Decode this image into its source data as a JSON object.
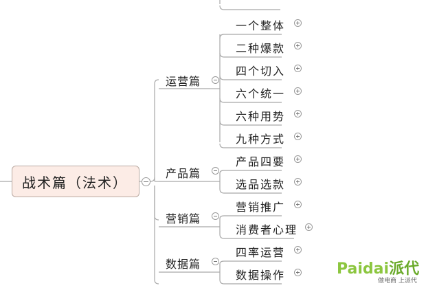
{
  "root": {
    "label": "战术篇（法术）"
  },
  "categories": [
    {
      "label": "运营篇",
      "children": [
        {
          "label": "一个整体"
        },
        {
          "label": "二种爆款"
        },
        {
          "label": "四个切入"
        },
        {
          "label": "六个统一"
        },
        {
          "label": "六种用势"
        },
        {
          "label": "九种方式"
        }
      ]
    },
    {
      "label": "产品篇",
      "children": [
        {
          "label": "产品四要"
        },
        {
          "label": "选品选款"
        }
      ]
    },
    {
      "label": "营销篇",
      "children": [
        {
          "label": "营销推广"
        },
        {
          "label": "消费者心理"
        }
      ]
    },
    {
      "label": "数据篇",
      "children": [
        {
          "label": "四率运营"
        },
        {
          "label": "数据操作"
        }
      ]
    }
  ],
  "watermark": {
    "brand": "Paidai",
    "brand_cn": "派代",
    "slogan": "做电商 上派代"
  },
  "colors": {
    "line": "#a8a8a8",
    "root_fill": "#fcece6",
    "root_border": "#b8a8a0",
    "brand_green": "#8cc63f"
  },
  "icons": {
    "collapse": "minus-circle-icon",
    "expand": "plus-circle-icon"
  }
}
